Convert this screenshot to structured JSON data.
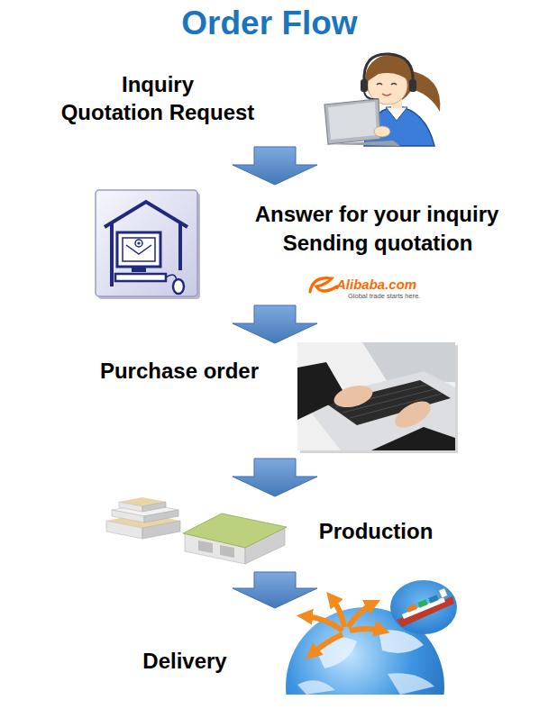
{
  "diagram": {
    "title": "Order Flow",
    "nodes": [
      {
        "text": [
          "Inquiry",
          "Quotation Request"
        ]
      },
      {
        "text": [
          "Answer for your inquiry",
          "Sending quotation"
        ]
      },
      {
        "text": [
          "Purchase order"
        ]
      },
      {
        "text": [
          "Production"
        ]
      },
      {
        "text": [
          "Delivery"
        ]
      }
    ],
    "edges": [
      {
        "from": 0,
        "to": 1,
        "arrow": "to"
      },
      {
        "from": 1,
        "to": 2,
        "arrow": "to"
      },
      {
        "from": 2,
        "to": 3,
        "arrow": "to"
      },
      {
        "from": 3,
        "to": 4,
        "arrow": "to"
      }
    ],
    "labels": [
      "Alibaba.com",
      "Global trade starts here."
    ]
  }
}
